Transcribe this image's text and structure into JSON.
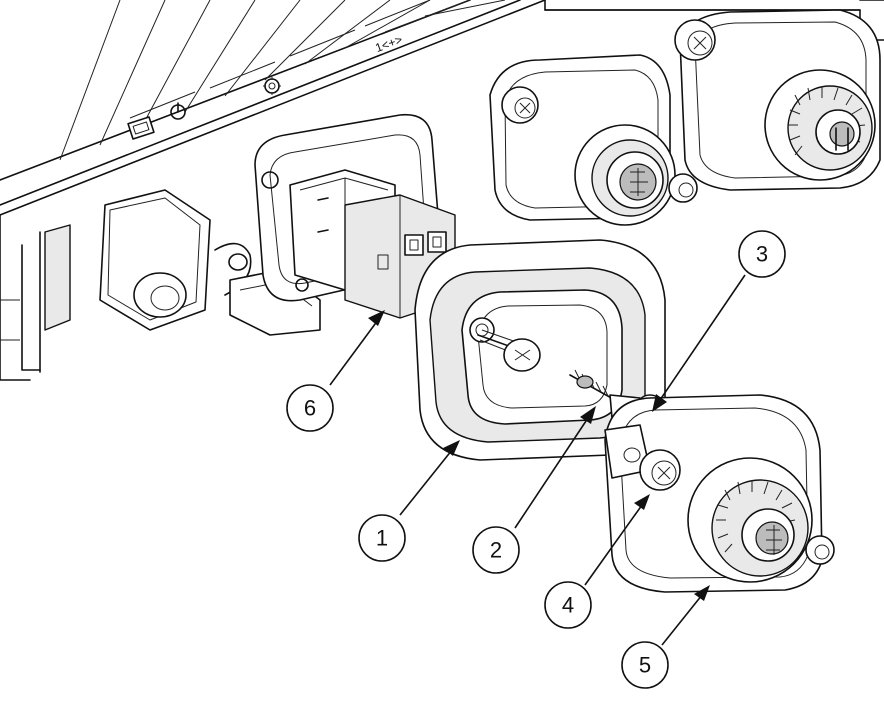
{
  "callouts": [
    {
      "id": "1",
      "label": "1"
    },
    {
      "id": "2",
      "label": "2"
    },
    {
      "id": "3",
      "label": "3"
    },
    {
      "id": "4",
      "label": "4"
    },
    {
      "id": "5",
      "label": "5"
    },
    {
      "id": "6",
      "label": "6"
    }
  ],
  "device_markings": {
    "port_label": "1<+>"
  },
  "icons": [
    "screw-icon",
    "connector-icon",
    "gear-icon",
    "lcd-icon"
  ]
}
